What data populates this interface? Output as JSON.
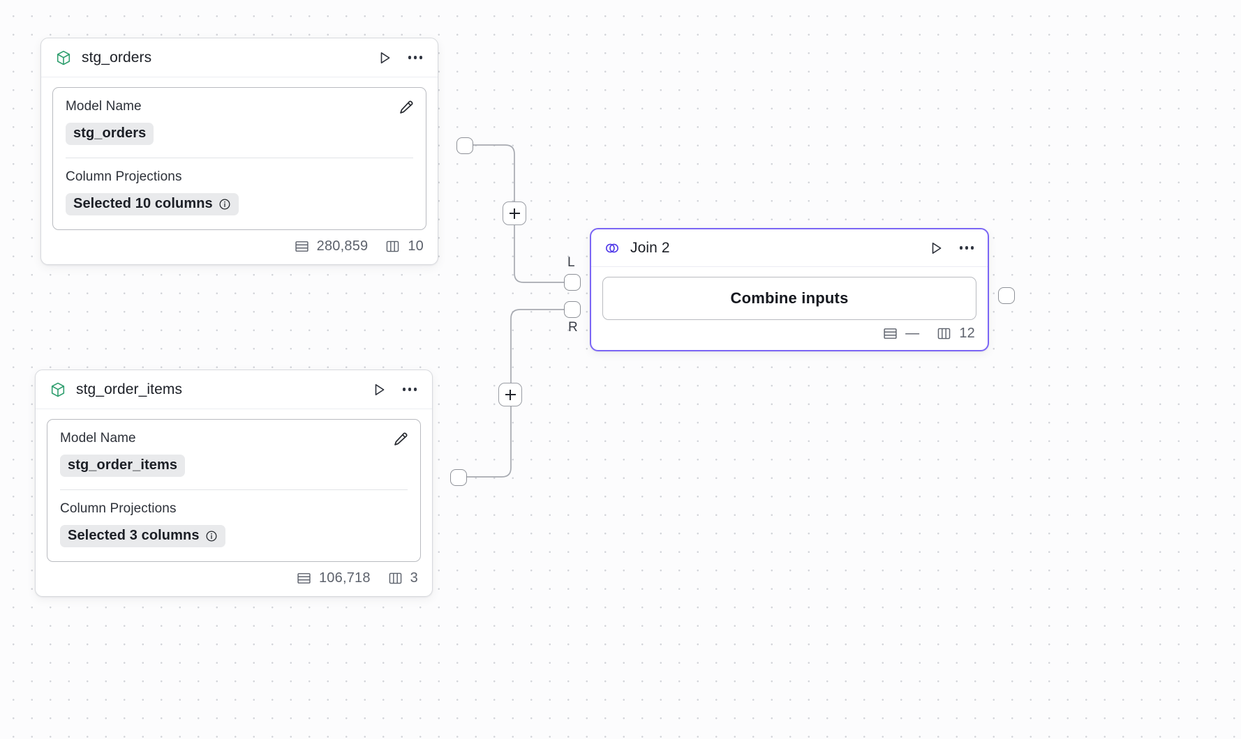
{
  "canvas": {
    "background_color": "#fcfcfd",
    "grid_dot_color": "#d2d4d9",
    "accent_color": "#7b66f5",
    "model_icon_color": "#2f9e6e"
  },
  "nodes": [
    {
      "id": "stg_orders",
      "title": "stg_orders",
      "type_icon": "cube-icon",
      "run_icon": "play-icon",
      "menu_icon": "more-options-icon",
      "edit_icon": "pencil-icon",
      "fields": [
        {
          "label": "Model Name",
          "value": "stg_orders"
        },
        {
          "label": "Column Projections",
          "value": "Selected 10 columns",
          "info_icon": "info-icon"
        }
      ],
      "stats": {
        "rows_icon": "rows-icon",
        "rows": "280,859",
        "columns_icon": "columns-icon",
        "columns": "10"
      }
    },
    {
      "id": "stg_order_items",
      "title": "stg_order_items",
      "type_icon": "cube-icon",
      "run_icon": "play-icon",
      "menu_icon": "more-options-icon",
      "edit_icon": "pencil-icon",
      "fields": [
        {
          "label": "Model Name",
          "value": "stg_order_items"
        },
        {
          "label": "Column Projections",
          "value": "Selected 3 columns",
          "info_icon": "info-icon"
        }
      ],
      "stats": {
        "rows_icon": "rows-icon",
        "rows": "106,718",
        "columns_icon": "columns-icon",
        "columns": "3"
      }
    },
    {
      "id": "join_2",
      "title": "Join 2",
      "type_icon": "join-venn-icon",
      "run_icon": "play-icon",
      "menu_icon": "more-options-icon",
      "selected": true,
      "body_label": "Combine inputs",
      "input_ports": [
        {
          "name": "L"
        },
        {
          "name": "R"
        }
      ],
      "stats": {
        "rows_icon": "rows-icon",
        "rows": "—",
        "columns_icon": "columns-icon",
        "columns": "12"
      }
    }
  ],
  "edge_buttons": [
    {
      "name": "add-node-on-edge-top",
      "label": "+"
    },
    {
      "name": "add-node-on-edge-bottom",
      "label": "+"
    }
  ]
}
